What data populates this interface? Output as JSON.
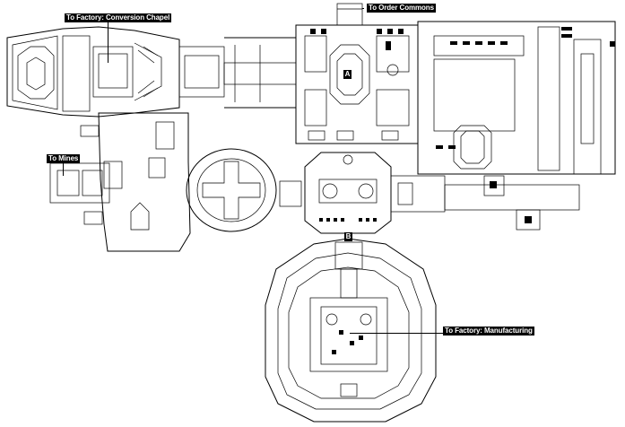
{
  "map": {
    "labels": {
      "order_commons": "To Order Commons",
      "conversion_chapel": "To Factory: Conversion Chapel",
      "mines": "To Mines",
      "manufacturing": "To Factory: Manufacturing"
    },
    "markers": {
      "a": "A",
      "b": "B"
    }
  }
}
